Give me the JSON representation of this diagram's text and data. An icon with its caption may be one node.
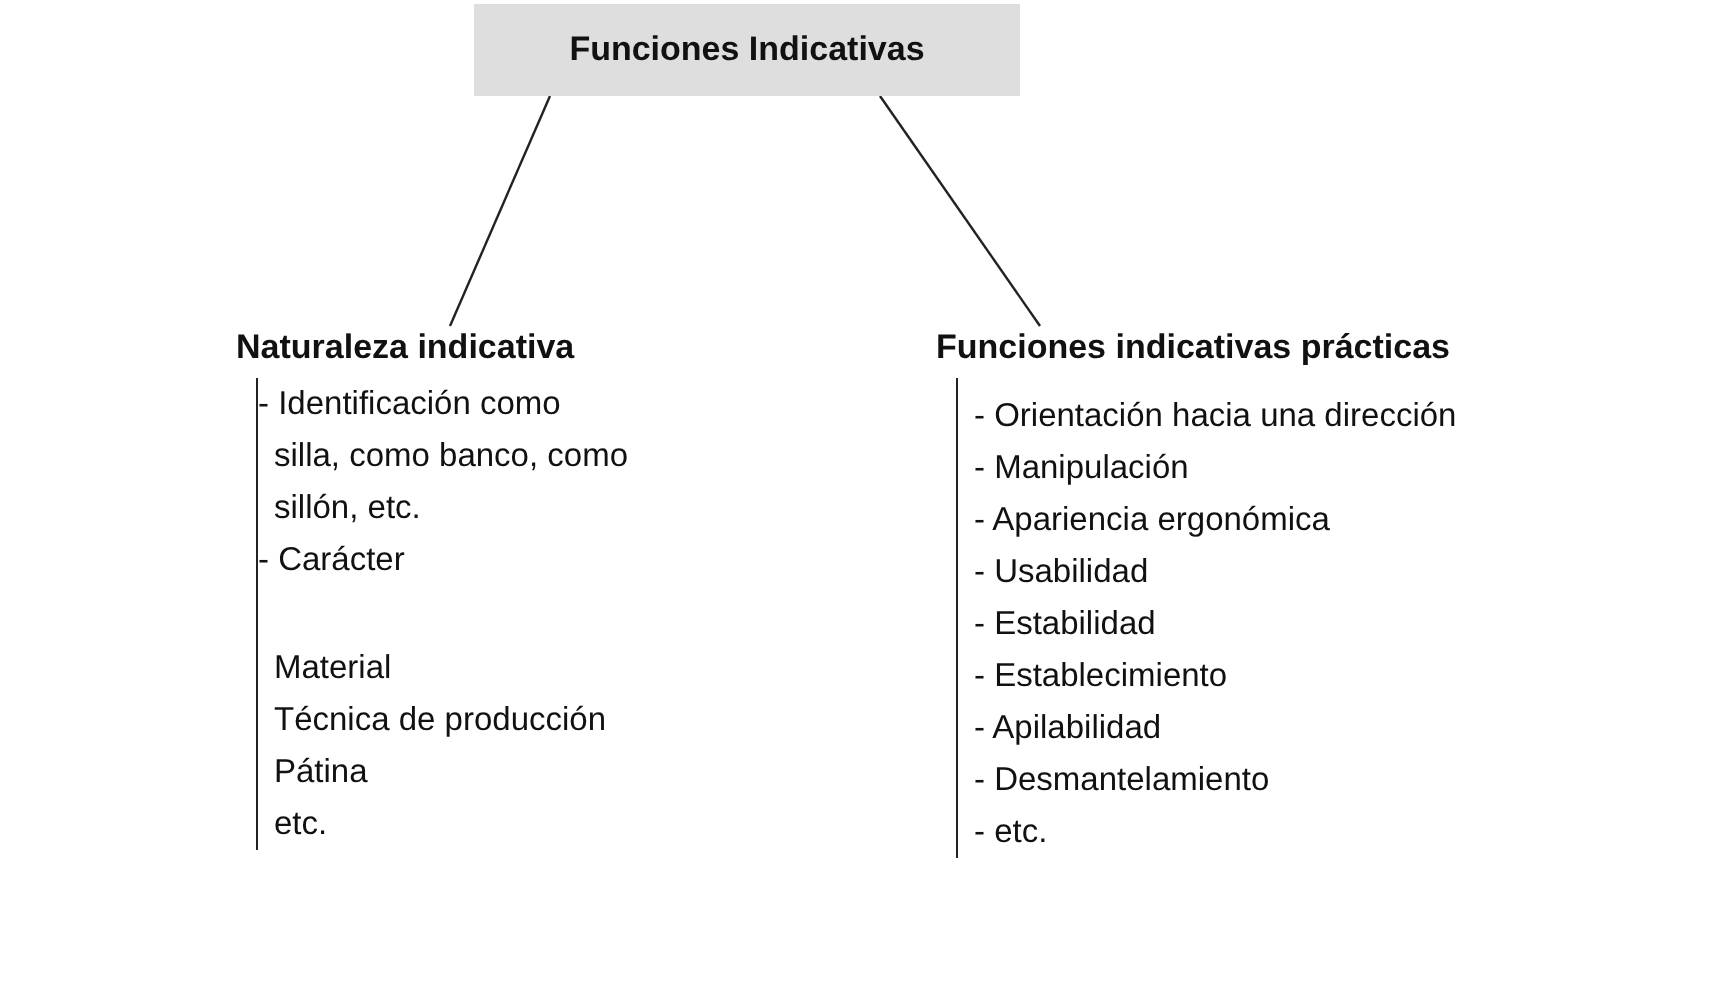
{
  "diagram": {
    "nodes": [
      {
        "text": [
          "Funciones Indicativas"
        ]
      },
      {
        "text": [
          "Naturaleza indicativa",
          "- Identificación como silla, como banco, como sillón, etc.",
          "- Carácter",
          "Material",
          "Técnica de producción",
          "Pátina",
          "etc."
        ]
      },
      {
        "text": [
          "Funciones indicativas prácticas",
          "- Orientación hacia una dirección",
          "- Manipulación",
          "- Apariencia ergonómica",
          "- Usabilidad",
          "- Estabilidad",
          "- Establecimiento",
          "- Apilabilidad",
          "- Desmantelamiento",
          "- etc."
        ]
      }
    ],
    "edges": [
      {
        "from": 0,
        "to": 1,
        "arrow": "none"
      },
      {
        "from": 0,
        "to": 2,
        "arrow": "none"
      }
    ]
  }
}
